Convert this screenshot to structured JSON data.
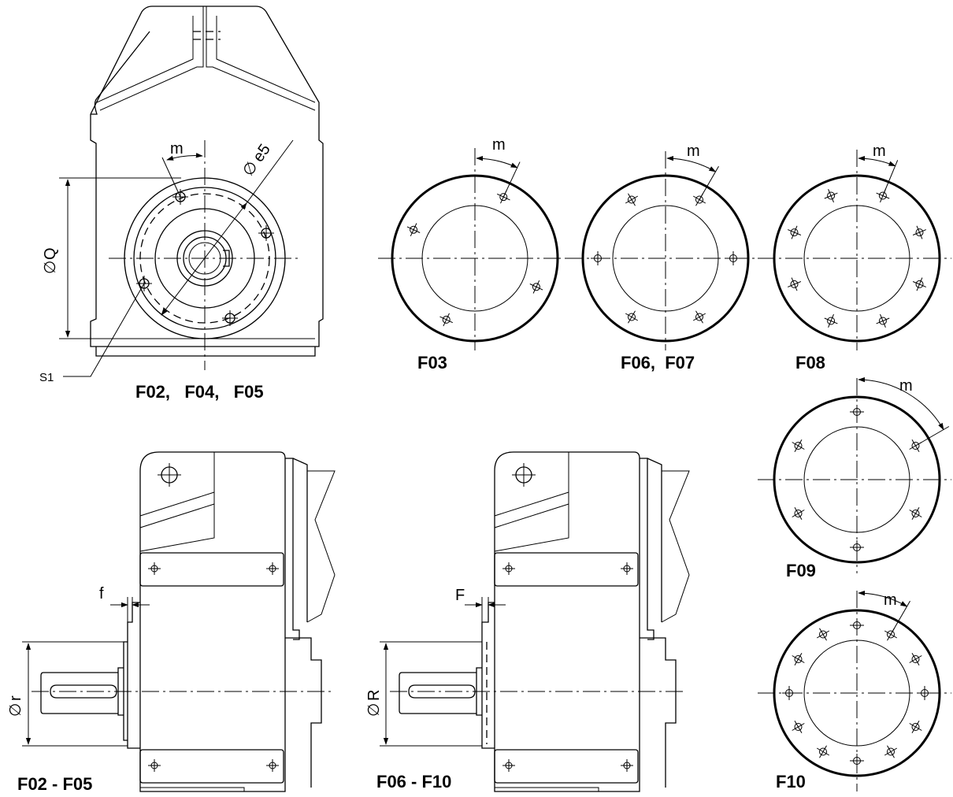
{
  "labels": {
    "front_view": "F02,   F04,   F05",
    "f03": "F03",
    "f06_f07": "F06,  F07",
    "f08": "F08",
    "f09": "F09",
    "f10": "F10",
    "side_small": "F02 - F05",
    "side_large": "F06 - F10"
  },
  "dimensions": {
    "m": "m",
    "e5": "e5",
    "q": "Q",
    "s1": "S1",
    "f_small": "f",
    "f_large": "F",
    "r_small": "r",
    "r_large": "R",
    "diameter_symbol": "∅"
  },
  "flange_bolt_counts": {
    "F03": 4,
    "F06_F07": 6,
    "F08": 8,
    "F09": 6,
    "F10": 12
  }
}
